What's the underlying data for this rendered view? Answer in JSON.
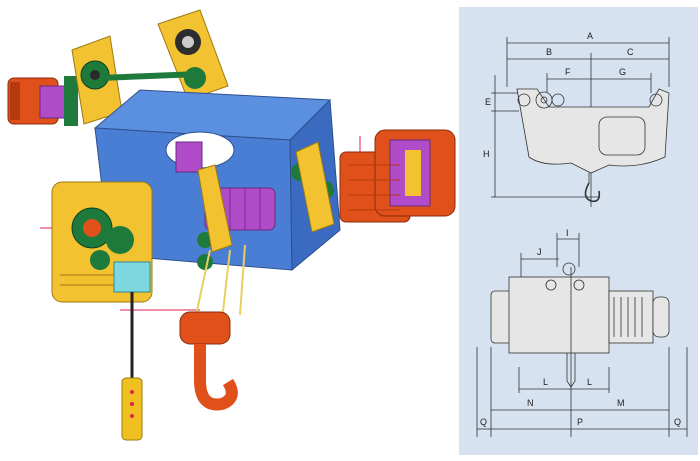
{
  "colors": {
    "frame_blue": "#5b8fe0",
    "frame_blue_dark": "#3a6bc0",
    "gear_yellow": "#f2c230",
    "motor_orange": "#e0501a",
    "motor_orange_dark": "#b63a0e",
    "gear_green": "#1e7a3a",
    "drum_purple": "#b04cc8",
    "rope_yellow": "#e8d060",
    "panel_bg": "#d6e2f0",
    "cyan_box": "#7fd7e0",
    "pendant_yellow": "#f0c020",
    "red_line": "#e02050"
  },
  "icons": [
    "hoist-3d-illustration",
    "elevation-drawing",
    "plan-drawing",
    "hook-icon",
    "pendant-control"
  ],
  "dimensions": {
    "A": "A",
    "B": "B",
    "C": "C",
    "E": "E",
    "F": "F",
    "G": "G",
    "H": "H",
    "I": "I",
    "J": "J",
    "L1": "L",
    "L2": "L",
    "M": "M",
    "N": "N",
    "P": "P",
    "Q1": "Q",
    "Q2": "Q"
  }
}
